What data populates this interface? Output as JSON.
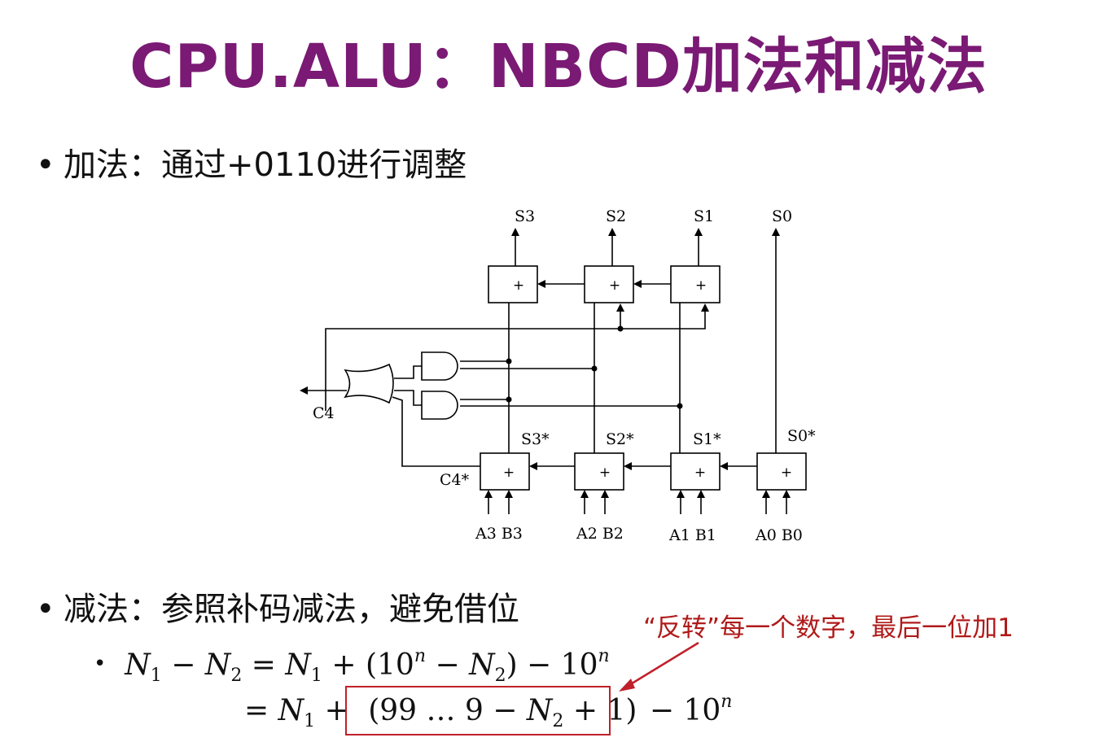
{
  "title": "CPU.ALU：NBCD加法和减法",
  "bullet1": "加法：通过+0110进行调整",
  "bullet2": "减法：参照补码减法，避免借位",
  "bullet_dot": "•",
  "annotation": "“反转”每一个数字，最后一位加1",
  "colors": {
    "title": "#7a1a74",
    "annotation": "#b01a1a",
    "box": "#c0202a"
  },
  "diagram": {
    "outputs": [
      "S3",
      "S2",
      "S1",
      "S0"
    ],
    "intermediate": [
      "S3*",
      "S2*",
      "S1*",
      "S0*"
    ],
    "inputs": [
      "A3 B3",
      "A2 B2",
      "A1 B1",
      "A0 B0"
    ],
    "carry_out": "C4",
    "carry_star": "C4*",
    "adder_symbol": "+"
  },
  "formula": {
    "line1": {
      "n1": "N",
      "n1_sub": "1",
      "minus": "−",
      "n2": "N",
      "n2_sub": "2",
      "eq": "=",
      "n3": "N",
      "n3_sub": "1",
      "plus_open": "+ (10",
      "sup_n": "n",
      "minus2": "−",
      "n4": "N",
      "n4_sub": "2",
      "close_minus": ") − 10",
      "sup_n2": "n"
    },
    "line2": {
      "eq": "=",
      "n1": "N",
      "n1_sub": "1",
      "plus": "+",
      "box_pre": "(99 … 9 − ",
      "n2": "N",
      "n2_sub": "2",
      "box_post": " + 1)",
      "tail": "− 10",
      "sup_n": "n"
    }
  }
}
